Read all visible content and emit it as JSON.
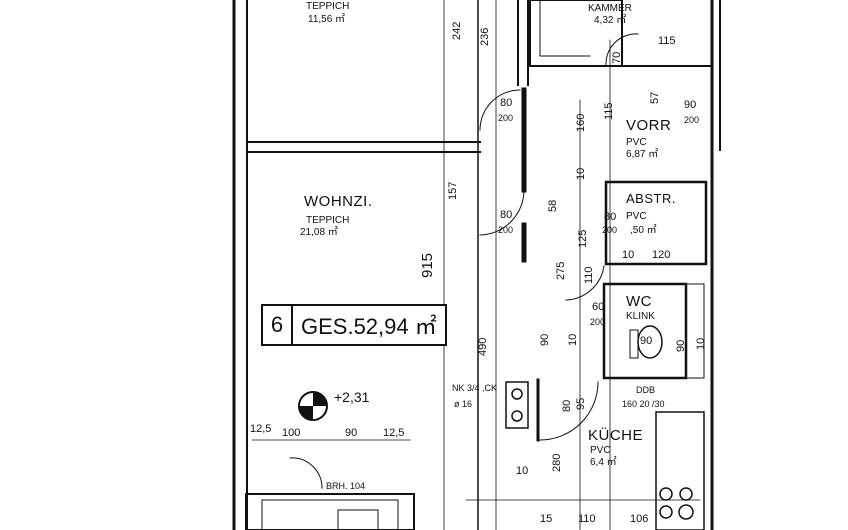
{
  "rooms": {
    "top_room": {
      "floor": "TEPPICH",
      "area": "11,56 ㎡"
    },
    "closet": {
      "name": "KAMMER",
      "area": "4,32 ㎡"
    },
    "living": {
      "name": "WOHNZI.",
      "floor": "TEPPICH",
      "area": "21,08 ㎡"
    },
    "hall": {
      "name": "VORR",
      "floor": "PVC",
      "area": "6,87 ㎡"
    },
    "storage": {
      "name": "ABSTR.",
      "floor": "PVC",
      "area": ",50 ㎡"
    },
    "wc": {
      "name": "WC",
      "floor": "KLINK"
    },
    "kitchen": {
      "name": "KÜCHE",
      "floor": "PVC",
      "area": "6,4 ㎡"
    }
  },
  "unit_box": {
    "number": "6",
    "total": "GES.52,94 ㎡"
  },
  "level": "+2,31",
  "dimensions": {
    "d242": "242",
    "d236": "236",
    "d915": "915",
    "d157": "157",
    "d80a": "80",
    "d200a": "200",
    "d80b": "80",
    "d200b": "200",
    "d80c": "80",
    "d200c": "200",
    "d115": "115",
    "d115b": "115",
    "d160": "160",
    "d70": "70",
    "d10": "10",
    "d57": "57",
    "d90": "90",
    "d200d": "200",
    "d58": "58",
    "d125": "125",
    "d275": "275",
    "d110": "110",
    "d120": "120",
    "d10b": "10",
    "d60": "60",
    "d200e": "200",
    "d490": "490",
    "d90b": "90",
    "d10c": "10",
    "d90c": "90",
    "d10d": "10",
    "d90d": "90",
    "d125a": "12,5",
    "d100": "100",
    "d90e": "90",
    "d125b": "12,5",
    "d10e": "10",
    "d280": "280",
    "d80": "80",
    "d95": "95",
    "d15": "15",
    "d110b": "110",
    "d106": "106"
  },
  "annotations": {
    "duct": "NK 3/4 ,CK",
    "duct2": "ø 16",
    "appliance": "DDB",
    "appliance_dims": "160 20 /30",
    "parapet": "BRH. 104"
  }
}
